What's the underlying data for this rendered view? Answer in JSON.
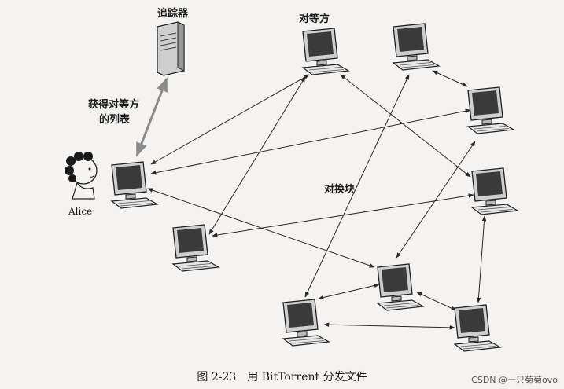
{
  "labels": {
    "tracker": "追踪器",
    "peers": "对等方",
    "get_list_line1": "获得对等方",
    "get_list_line2": "的列表",
    "exchange_chunks": "对换块",
    "alice": "Alice"
  },
  "caption": "图 2-23　用 BitTorrent 分发文件",
  "watermark": "CSDN @一只菊菊ovo",
  "colors": {
    "background": "#f4f3f1",
    "screen": "#3a3a3a",
    "arrow": "#2a2a2a",
    "tracker_arrow": "#999999"
  }
}
